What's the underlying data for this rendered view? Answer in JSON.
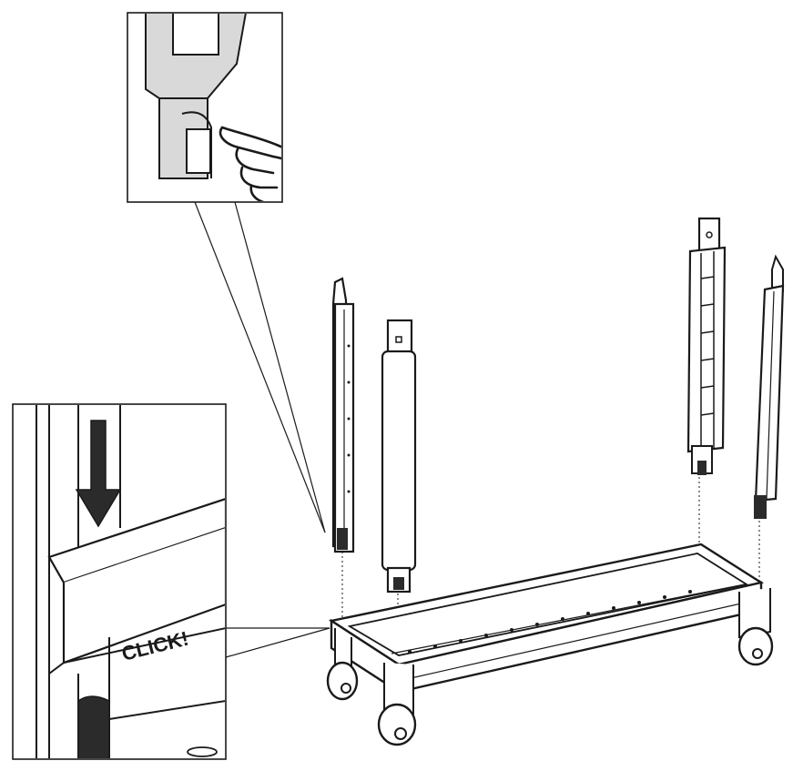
{
  "illustration": {
    "type": "assembly-instruction",
    "detail_bottom": {
      "callout_text": "CLICK!",
      "arrow_direction": "down"
    },
    "colors": {
      "line": "#1a1a1a",
      "fill": "#ffffff",
      "shade": "#d9d9d9",
      "dark": "#2b2b2b"
    }
  }
}
